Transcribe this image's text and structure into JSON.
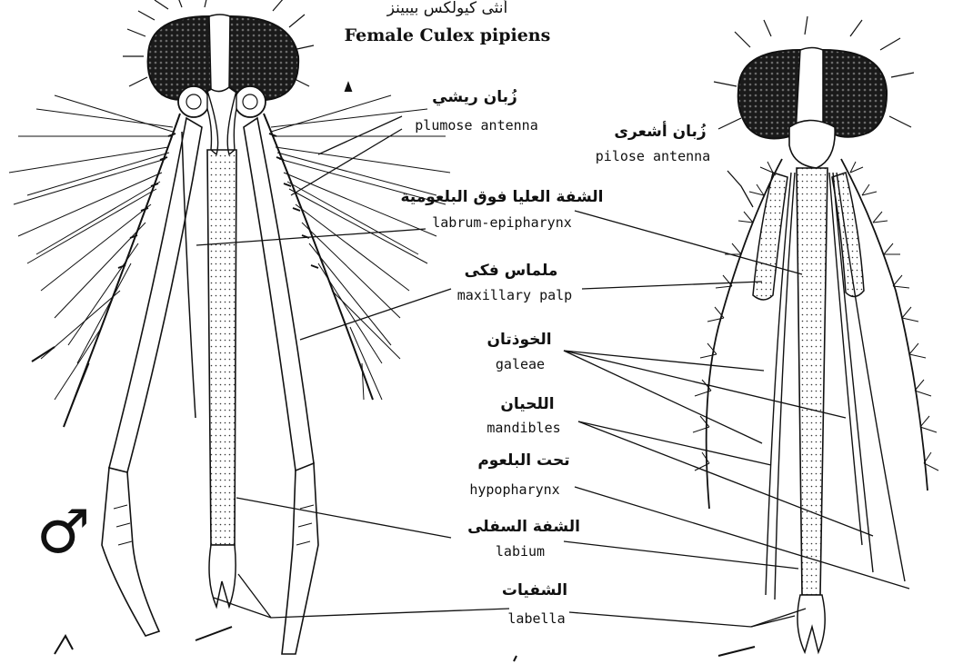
{
  "title": {
    "arabic": "أنثى كيولكس بيبينز",
    "english": "Female Culex pipiens"
  },
  "male_symbol": "♂",
  "labels": [
    {
      "id": "plumose-antenna",
      "arabic": "زُبان ريشي",
      "english": "plumose antenna"
    },
    {
      "id": "pilose-antenna",
      "arabic": "زُبان أشعرى",
      "english": "pilose antenna"
    },
    {
      "id": "labrum-epipharynx",
      "arabic": "الشفة العليا فوق البلعومية",
      "english": "labrum-epipharynx"
    },
    {
      "id": "maxillary-palp",
      "arabic": "ملماس فكى",
      "english": "maxillary palp"
    },
    {
      "id": "galeae",
      "arabic": "الخوذتان",
      "english": "galeae"
    },
    {
      "id": "mandibles",
      "arabic": "اللحيان",
      "english": "mandibles"
    },
    {
      "id": "hypopharynx",
      "arabic": "تحت البلعوم",
      "english": "hypopharynx"
    },
    {
      "id": "labium",
      "arabic": "الشفة السفلى",
      "english": "labium"
    },
    {
      "id": "labella",
      "arabic": "الشفيات",
      "english": "labella"
    }
  ]
}
